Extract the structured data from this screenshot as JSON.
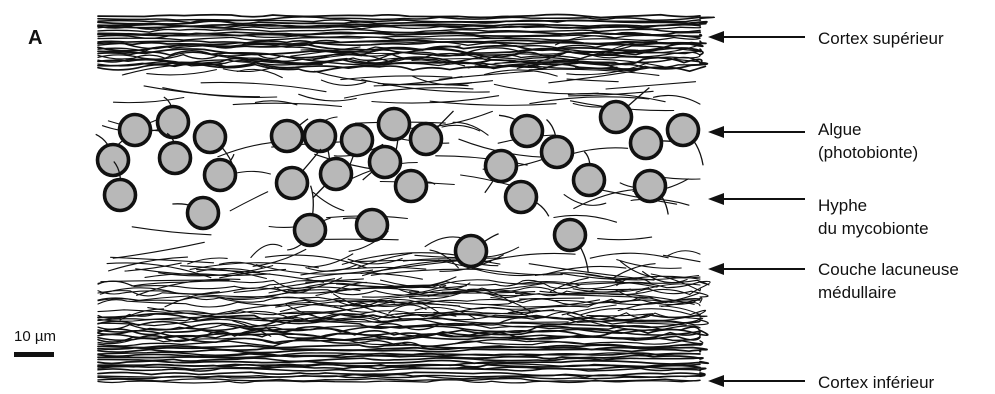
{
  "panel_letter": "A",
  "scale_bar": {
    "label": "10 µm"
  },
  "labels": {
    "upper_cortex": "Cortex supérieur",
    "alga_line1": "Algue",
    "alga_line2": "(photobionte)",
    "hypha_line1": "Hyphe",
    "hypha_line2": "du mycobionte",
    "medulla_line1": "Couche lacuneuse",
    "medulla_line2": "médullaire",
    "lower_cortex": "Cortex inférieur"
  },
  "colors": {
    "ink": "#111111",
    "alga_fill": "#b8b8b8",
    "background": "#ffffff"
  }
}
